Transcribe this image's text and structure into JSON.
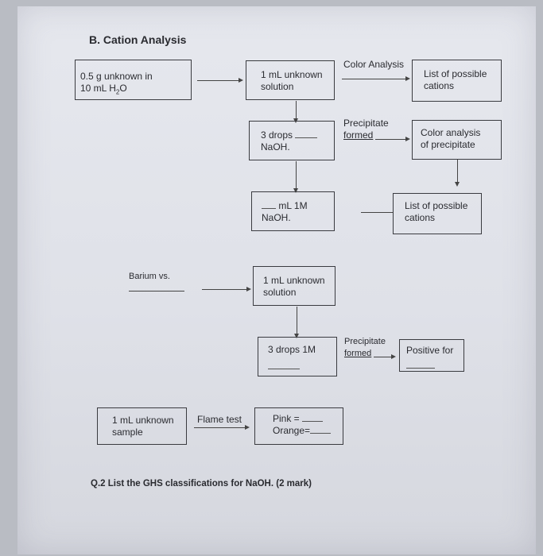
{
  "section_title": "B. Cation Analysis",
  "row1": {
    "unknown_box_line1": "0.5 g unknown in",
    "unknown_box_line2_pre": "10 mL H",
    "unknown_box_line2_sub": "2",
    "unknown_box_line2_post": "O",
    "solution_line1": "1 mL unknown",
    "solution_line2": "solution",
    "arrow_label": "Color Analysis",
    "result_line1": "List of possible",
    "result_line2": "cations"
  },
  "row2": {
    "drops_line1": "3 drops",
    "drops_line2": "NaOH.",
    "arrow_label_line1": "Precipitate",
    "arrow_label_line2": "formed",
    "result_line1": "Color analysis",
    "result_line2": "of precipitate"
  },
  "row3": {
    "naoh_line1": "mL 1M",
    "naoh_line2": "NaOH.",
    "result_line1": "List of possible",
    "result_line2": "cations"
  },
  "barium": {
    "label": "Barium vs.",
    "solution_line1": "1 mL unknown",
    "solution_line2": "solution",
    "drops_label": "3 drops 1M",
    "arrow_label_line1": "Precipitate",
    "arrow_label_line2": "formed",
    "result_label": "Positive for"
  },
  "flame": {
    "sample_line1": "1 mL unknown",
    "sample_line2": "sample",
    "arrow_label": "Flame test",
    "pink_label": "Pink =",
    "orange_label": "Orange="
  },
  "question": "Q.2 List the GHS classifications for NaOH. (2 mark)"
}
